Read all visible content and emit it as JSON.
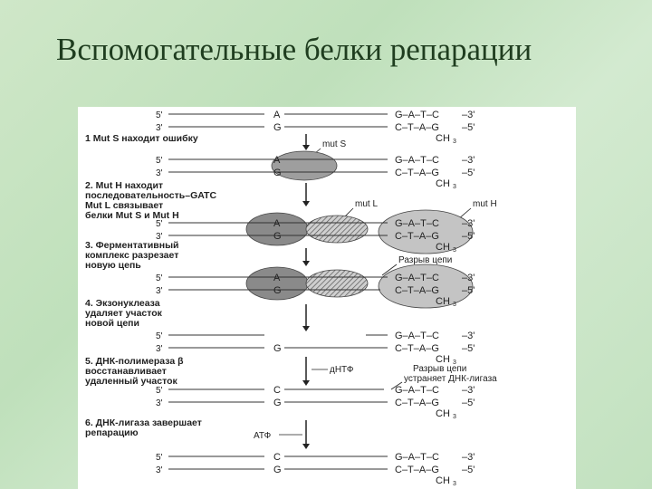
{
  "slide": {
    "title": "Вспомогательные белки репарации"
  },
  "diagram": {
    "strand5": "5'",
    "strand3": "3'",
    "suffix3": "–3'",
    "suffix5": "–5'",
    "ch3": "CH",
    "ch3sub": "3",
    "mutS": "mut S",
    "mutL": "mut L",
    "mutH": "mut H",
    "break": "Разрыв цепи",
    "dntp": "дНТФ",
    "atp": "АТФ",
    "ligase_break_1": "Разрыв цепи",
    "ligase_break_2": "устраняет ДНК-лигаза",
    "steps": [
      {
        "lines": [
          "1  Mut S находит ошибку"
        ]
      },
      {
        "lines": [
          "2. Mut H находит",
          "последовательность–GATC",
          "Mut L связывает",
          "белки Mut S и Mut H"
        ]
      },
      {
        "lines": [
          "3. Ферментативный",
          "комплекс разрезает",
          "новую цепь"
        ]
      },
      {
        "lines": [
          "4. Экзонуклеаза",
          "удаляет участок",
          "новой цепи"
        ]
      },
      {
        "lines": [
          "5. ДНК-полимераза β",
          "восстанавливает",
          "удаленный участок"
        ]
      },
      {
        "lines": [
          "6. ДНК-лигаза завершает",
          "репарацию"
        ]
      }
    ],
    "rows": [
      {
        "left": "A",
        "top": "G–A–T–C",
        "bottom": "C–T–A–G"
      },
      {
        "left": "G",
        "top": "",
        "bottom": ""
      }
    ],
    "row_sets": [
      {
        "b5": "A",
        "b3": "G",
        "t": "G–A–T–C",
        "b": "C–T–A–G"
      },
      {
        "b5": "A",
        "b3": "G",
        "t": "G–A–T–C",
        "b": "C–T–A–G"
      },
      {
        "b5": "A",
        "b3": "G",
        "t": "G–A–T–C",
        "b": "C–T–A–G"
      },
      {
        "b5": "A",
        "b3": "G",
        "t": "G–A–T–C",
        "b": "C–T–A–G"
      },
      {
        "b5": "",
        "b3": "G",
        "t": "G–A–T–C",
        "b": "C–T–A–G"
      },
      {
        "b5": "C",
        "b3": "G",
        "t": "G–A–T–C",
        "b": "C–T–A–G"
      },
      {
        "b5": "C",
        "b3": "G",
        "t": "G–A–T–C",
        "b": "C–T–A–G"
      }
    ]
  }
}
